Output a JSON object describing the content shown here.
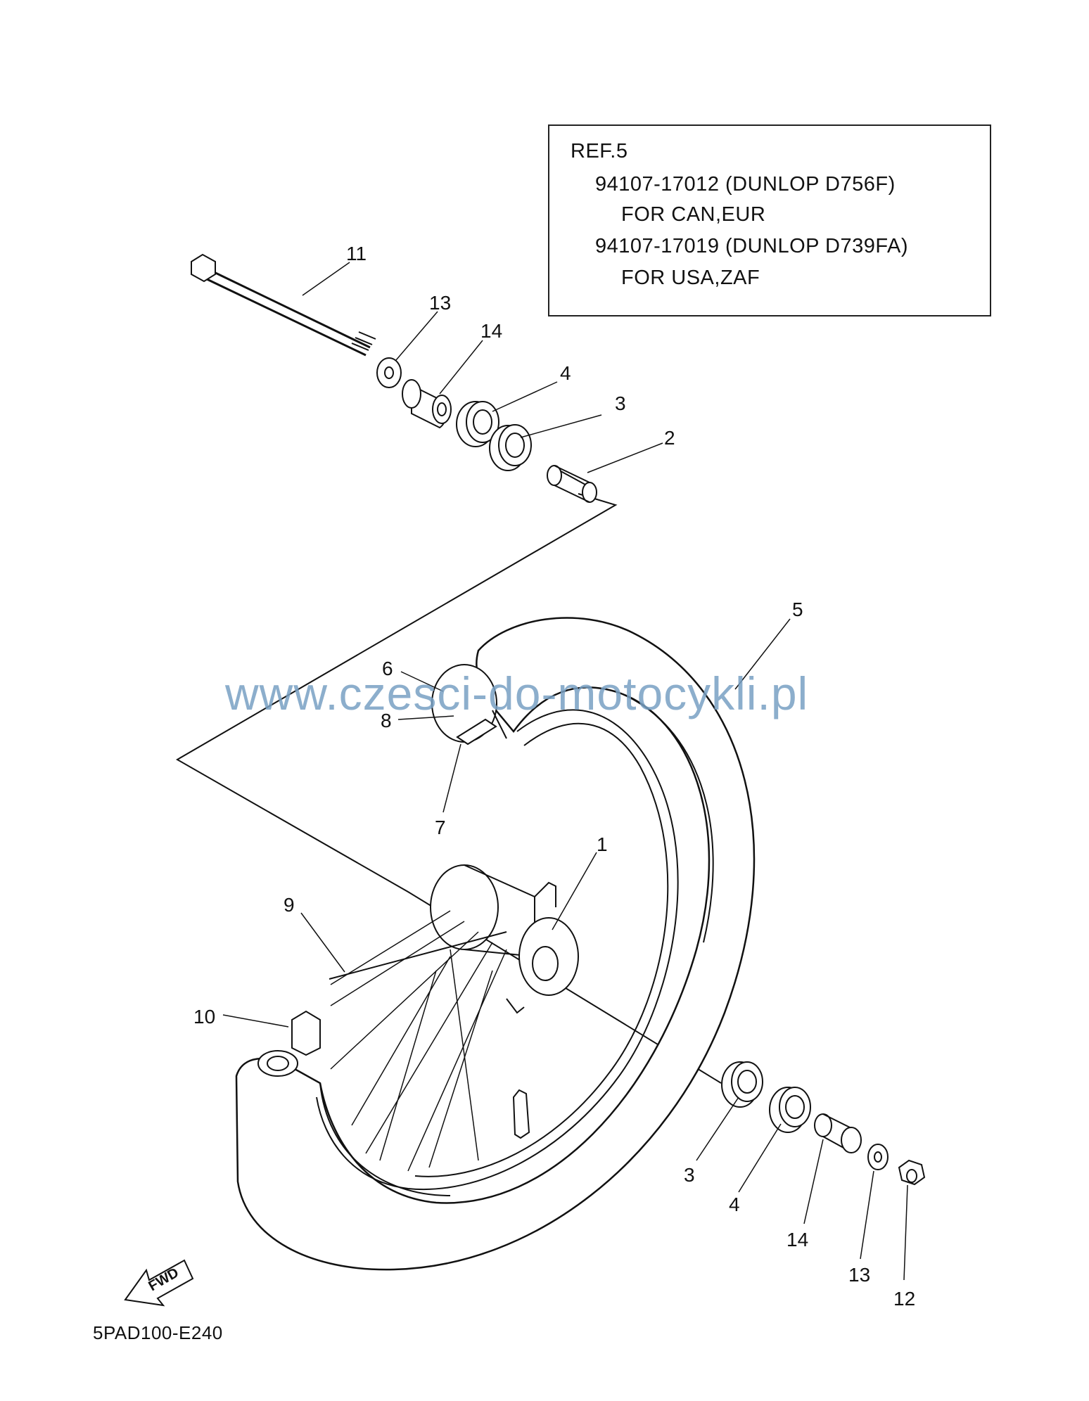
{
  "ref_box": {
    "title": "REF.5",
    "line1": "94107-17012 (DUNLOP D756F)",
    "line2": "FOR CAN,EUR",
    "line3": "94107-17019 (DUNLOP D739FA)",
    "line4": "FOR USA,ZAF"
  },
  "watermark": "www.czesci-do-motocykli.pl",
  "footer_code": "5PAD100-E240",
  "fwd_label": "FWD",
  "callouts": {
    "c1": "1",
    "c2": "2",
    "c3a": "3",
    "c3b": "3",
    "c4a": "4",
    "c4b": "4",
    "c5": "5",
    "c6": "6",
    "c7": "7",
    "c8": "8",
    "c9": "9",
    "c10": "10",
    "c11": "11",
    "c12": "12",
    "c13a": "13",
    "c13b": "13",
    "c14a": "14",
    "c14b": "14"
  }
}
